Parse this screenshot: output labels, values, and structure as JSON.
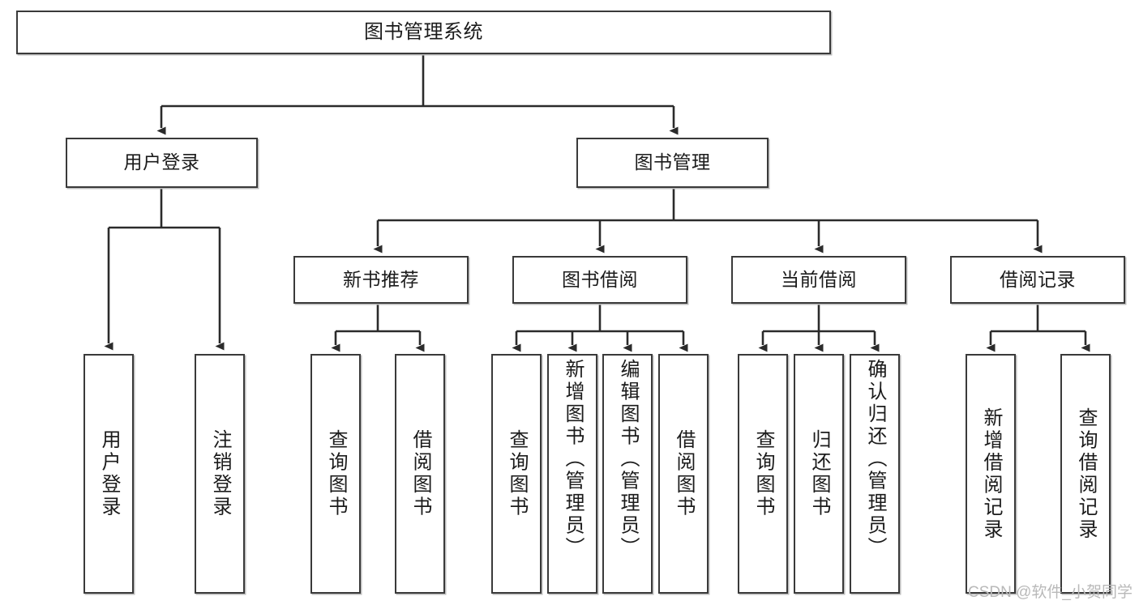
{
  "diagram": {
    "title": "图书管理系统",
    "type": "tree-hierarchy",
    "watermark": "CSDN @软件_小贺同学",
    "colors": {
      "box_border": "#3a3a3a",
      "box_fill": "#ffffff",
      "connector": "#2b2b2b",
      "text": "#1b1b1b",
      "watermark": "#b9b9b9"
    },
    "root": {
      "label": "图书管理系统"
    },
    "level2": [
      {
        "label": "用户登录"
      },
      {
        "label": "图书管理"
      }
    ],
    "level3": [
      {
        "label": "新书推荐"
      },
      {
        "label": "图书借阅"
      },
      {
        "label": "当前借阅"
      },
      {
        "label": "借阅记录"
      }
    ],
    "leaves_user_login": [
      {
        "label": "用户登录"
      },
      {
        "label": "注销登录"
      }
    ],
    "leaves_new_book": [
      {
        "label": "查询图书"
      },
      {
        "label": "借阅图书"
      }
    ],
    "leaves_borrow": [
      {
        "label": "查询图书"
      },
      {
        "label": "新增图书（管理员）"
      },
      {
        "label": "编辑图书（管理员）"
      },
      {
        "label": "借阅图书"
      }
    ],
    "leaves_current": [
      {
        "label": "查询图书"
      },
      {
        "label": "归还图书"
      },
      {
        "label": "确认归还（管理员）"
      }
    ],
    "leaves_records": [
      {
        "label": "新增借阅记录"
      },
      {
        "label": "查询借阅记录"
      }
    ]
  }
}
